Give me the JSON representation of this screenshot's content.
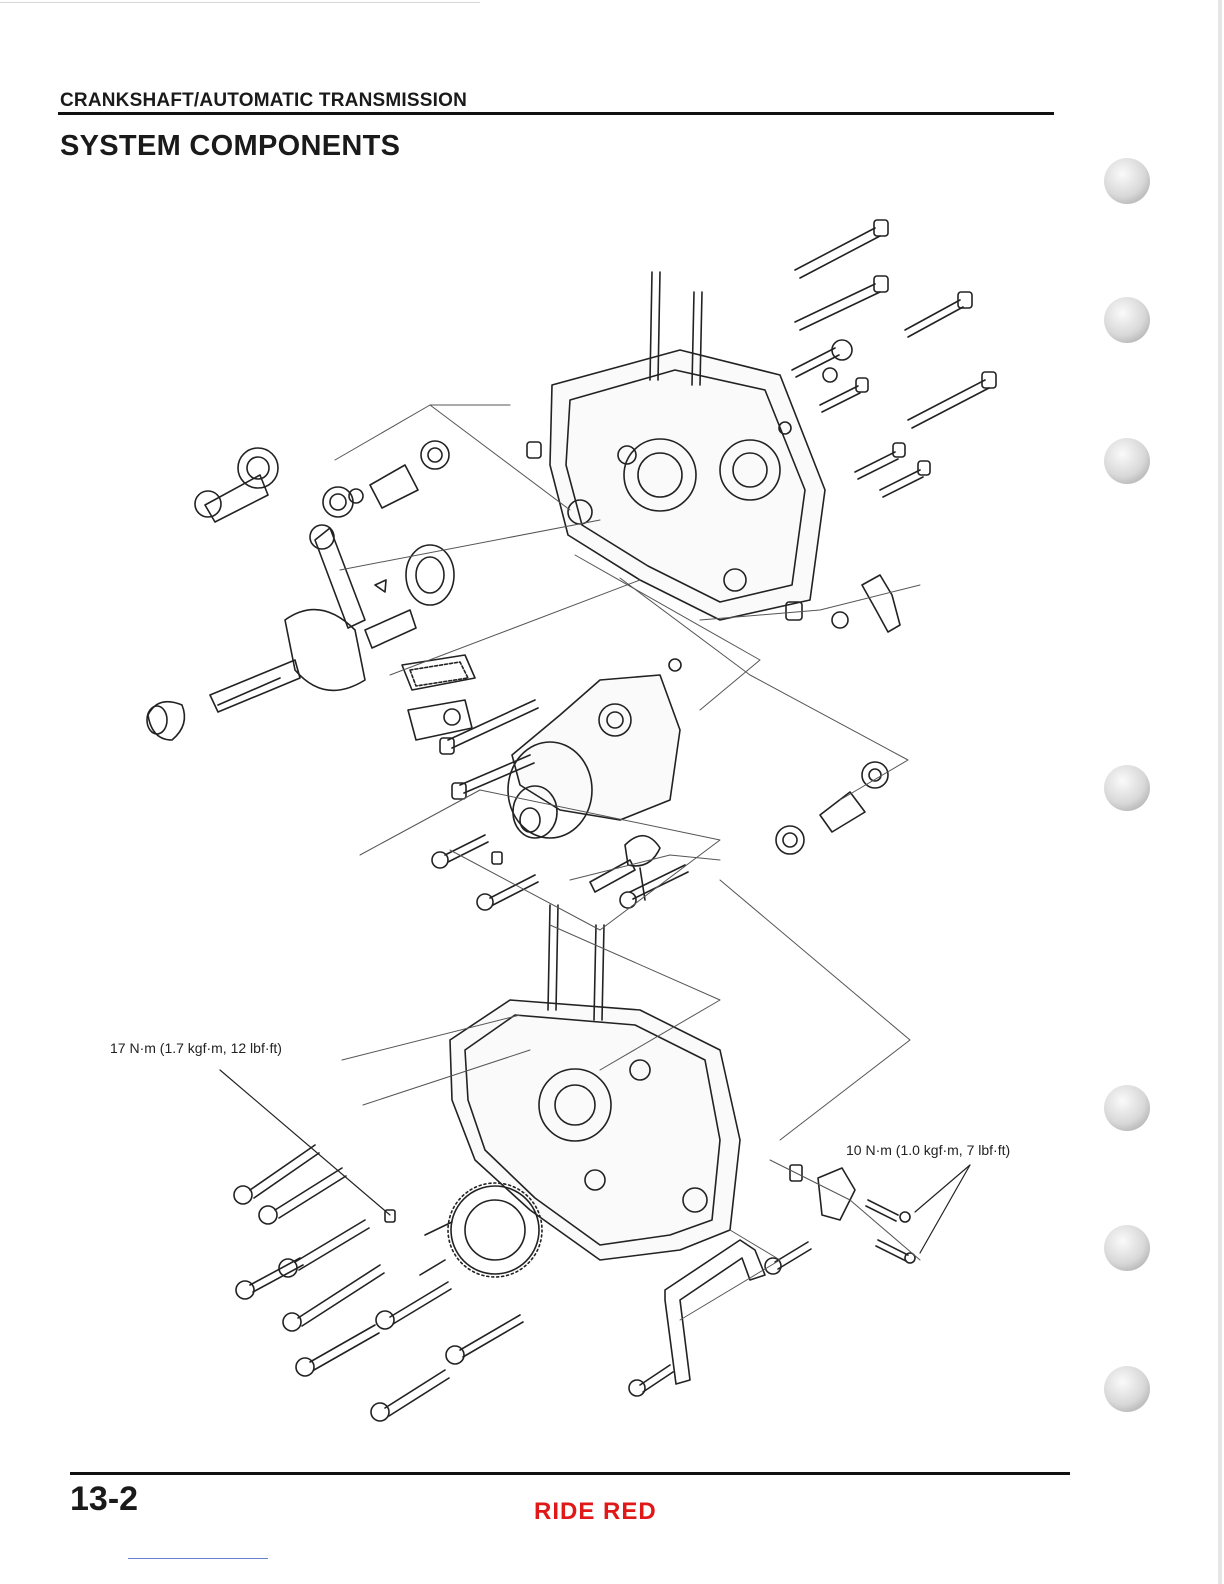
{
  "header": {
    "section": "CRANKSHAFT/AUTOMATIC TRANSMISSION",
    "title": "SYSTEM COMPONENTS"
  },
  "callouts": {
    "left_torque": "17 N·m (1.7 kgf·m, 12 lbf·ft)",
    "right_torque": "10 N·m (1.0 kgf·m, 7 lbf·ft)"
  },
  "footer": {
    "page_number": "13-2",
    "brand": "RIDE RED",
    "brand_color": "#e01818"
  },
  "icons": {
    "binder_holes": "punch-hole-icon"
  }
}
